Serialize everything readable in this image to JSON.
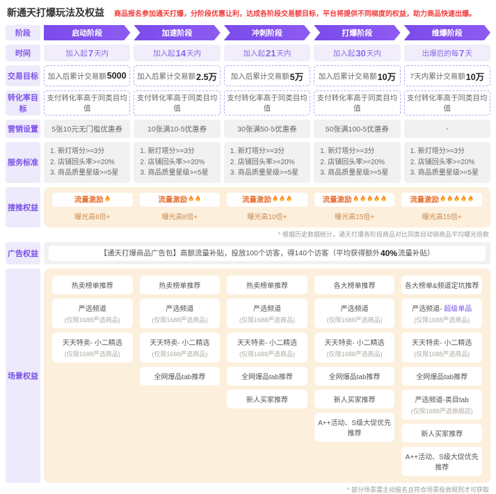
{
  "header": {
    "title": "新通天打爆玩法及权益",
    "note": "商品报名参加通天打爆，分阶段优惠让利，达成各阶段交易额目标，平台将提供不同梯度的权益，助力商品快速出爆。"
  },
  "row_labels": {
    "stage": "阶段",
    "time": "时间",
    "trade": "交易目标",
    "conversion": "转化率目标",
    "marketing": "营销设置",
    "service": "服务标准",
    "searchrec": "搜推权益",
    "ad": "广告权益",
    "scene": "场景权益"
  },
  "stages": [
    "启动阶段",
    "加速阶段",
    "冲刺阶段",
    "打爆阶段",
    "维爆阶段"
  ],
  "time": [
    {
      "pre": "加入起",
      "num": "7",
      "post": "天内"
    },
    {
      "pre": "加入起",
      "num": "14",
      "post": "天内"
    },
    {
      "pre": "加入起",
      "num": "21",
      "post": "天内"
    },
    {
      "pre": "加入起",
      "num": "30",
      "post": "天内"
    },
    {
      "pre": "出爆后的每",
      "num": "7",
      "post": "天"
    }
  ],
  "trade": [
    {
      "pre": "加入后累计交易额",
      "num": "5000"
    },
    {
      "pre": "加入后累计交易额",
      "num": "2.5万"
    },
    {
      "pre": "加入后累计交易额",
      "num": "5万"
    },
    {
      "pre": "加入后累计交易额",
      "num": "10万"
    },
    {
      "pre": "7天内累计交易额",
      "num": "10万"
    }
  ],
  "conversion": {
    "text": "支付转化率高于同类目均值"
  },
  "marketing": [
    "5张10元无门槛优惠券",
    "10张满10-5优惠券",
    "30张满50-5优惠券",
    "50张满100-5优惠券",
    "-"
  ],
  "service": {
    "lines": [
      "1. 新灯塔分>=3分",
      "2. 店铺回头率>=20%",
      "3. 商品质量星级>=5星"
    ]
  },
  "searchrec": {
    "cells": [
      {
        "label": "流量激励",
        "fires": 1,
        "sub": "曝光高6倍+"
      },
      {
        "label": "流量激励",
        "fires": 2,
        "sub": "曝光高8倍+"
      },
      {
        "label": "流量激励",
        "fires": 3,
        "sub": "曝光高10倍+"
      },
      {
        "label": "流量激励",
        "fires": 5,
        "sub": "曝光高15倍+"
      },
      {
        "label": "流量激励",
        "fires": 5,
        "sub": "曝光高15倍+"
      }
    ],
    "footnote": "* 根据历史数据统计，通天打爆各阶段商品对比同类目动销商品平均曝光倍数"
  },
  "ad": {
    "pre": "【通天打爆商品广告包】高额流量补贴，投放100个访客，得140个访客（平均获得额外",
    "bold": "40%",
    "post": "流量补贴）"
  },
  "scene": {
    "cols": [
      {
        "pills": [
          {
            "t": "热卖榜单推荐"
          },
          {
            "t": "严选频道",
            "s": "(仅限1688严选商品)"
          },
          {
            "t": "天天特卖- 小二精选",
            "s": "(仅限1688严选商品)"
          }
        ]
      },
      {
        "pills": [
          {
            "t": "热卖榜单推荐"
          },
          {
            "t": "严选频道",
            "s": "(仅限1688严选商品)"
          },
          {
            "t": "天天特卖- 小二精选",
            "s": "(仅限1688严选商品)"
          },
          {
            "t": "全网爆品tab推荐"
          }
        ]
      },
      {
        "pills": [
          {
            "t": "热卖榜单推荐"
          },
          {
            "t": "严选频道",
            "s": "(仅限1688严选商品)"
          },
          {
            "t": "天天特卖- 小二精选",
            "s": "(仅限1688严选商品)"
          },
          {
            "t": "全网爆品tab推荐"
          },
          {
            "t": "新人买家推荐"
          }
        ]
      },
      {
        "pills": [
          {
            "t": "各大榜单推荐"
          },
          {
            "t": "严选频道",
            "s": "(仅限1688严选商品)"
          },
          {
            "t": "天天特卖- 小二精选",
            "s": "(仅限1688严选商品)"
          },
          {
            "t": "全网爆品tab推荐"
          },
          {
            "t": "新人买家推荐"
          },
          {
            "t": "A++活动、S级大促优先推荐"
          }
        ]
      },
      {
        "pills": [
          {
            "t": "各大榜单&频道定坑推荐"
          },
          {
            "t": "严选频道- ",
            "accent": "超级单品",
            "s": "(仅限1688严选商品)"
          },
          {
            "t": "天天特卖- 小二精选",
            "s": "(仅限1688严选商品)"
          },
          {
            "t": "全网爆品tab推荐"
          },
          {
            "t": "严选频道-类目tab",
            "s": "(仅限1688严选旗舰店)"
          },
          {
            "t": "新人买家推荐"
          },
          {
            "t": "A++活动、S级大促优先推荐"
          }
        ]
      }
    ],
    "footnote": "* 部分场景需主动报名且符合场景投放规则才可获取"
  },
  "colors": {
    "accent_purple": "#7b52e8",
    "label_bg": "#edeafb",
    "cream_bg": "#fcefdc",
    "note_red": "#f23c3c",
    "flame_orange": "#ff8a1e"
  }
}
